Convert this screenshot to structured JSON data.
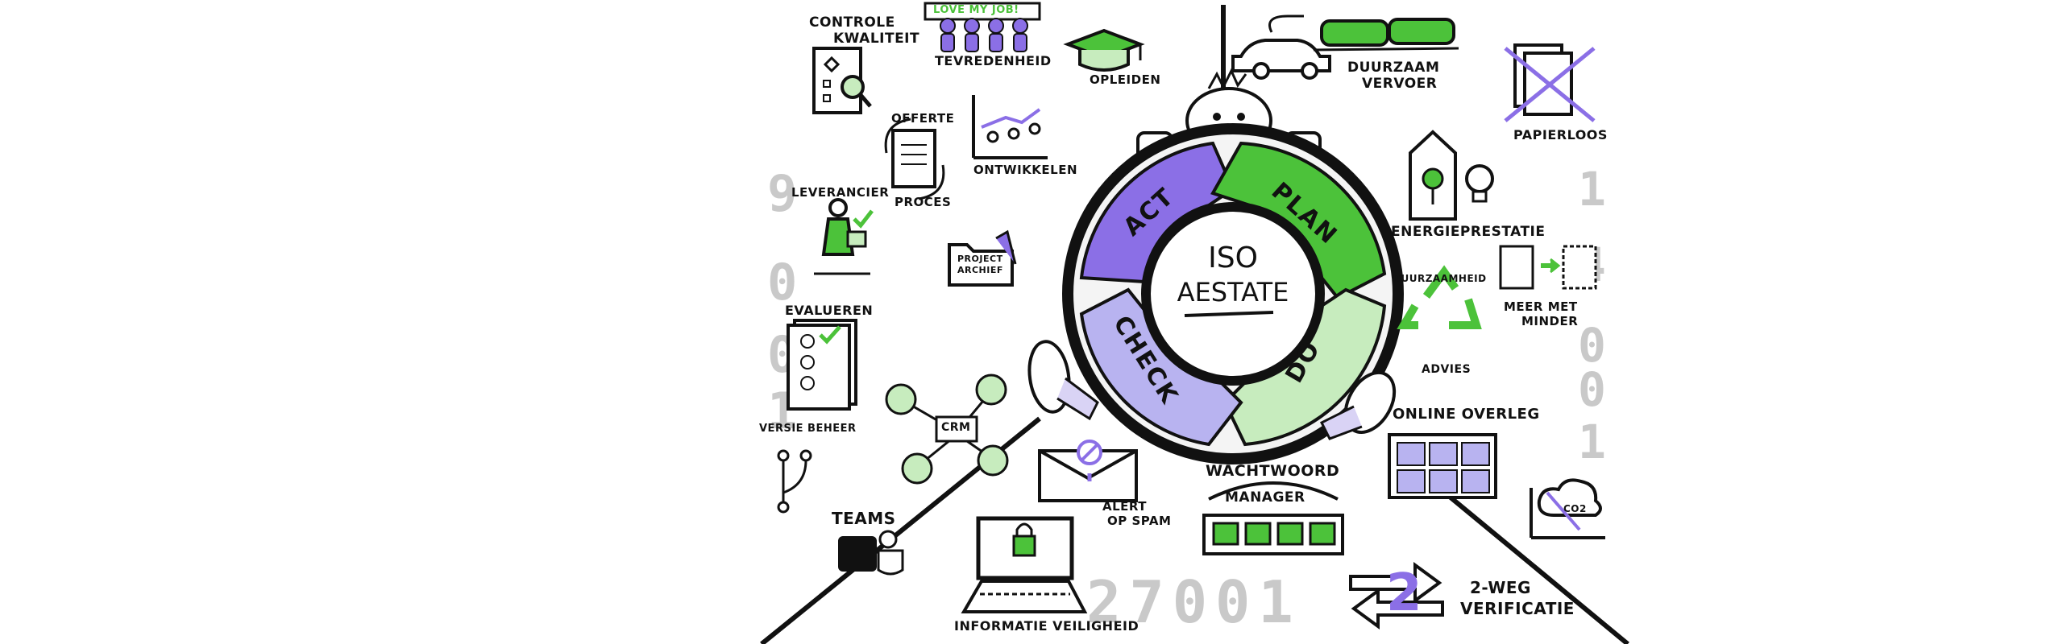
{
  "colors": {
    "purple": "#8b6fe6",
    "purple_light": "#b8b3f0",
    "green": "#4cc23a",
    "green_light": "#c7ecbe",
    "ink": "#111111",
    "ghost": "#c9c9c9"
  },
  "center": {
    "line1": "ISO",
    "line2": "AESTATE"
  },
  "cycle": {
    "act": "ACT",
    "plan": "PLAN",
    "do": "DO",
    "check": "CHECK"
  },
  "labels": {
    "controle_kwaliteit_1": "CONTROLE",
    "controle_kwaliteit_2": "KWALITEIT",
    "love_my_job": "LOVE MY JOB!",
    "tevredenheid": "TEVREDENHEID",
    "opleiden": "OPLEIDEN",
    "duurzaam_vervoer_1": "DUURZAAM",
    "duurzaam_vervoer_2": "VERVOER",
    "papierloos": "PAPIERLOOS",
    "offerte": "OFFERTE",
    "proces": "PROCES",
    "ontwikkelen": "ONTWIKKELEN",
    "leverancier": "LEVERANCIER",
    "project_archief_1": "PROJECT",
    "project_archief_2": "ARCHIEF",
    "energieprestatie": "ENERGIEPRESTATIE",
    "duurzaamheid": "DUURZAAMHEID",
    "advies": "ADVIES",
    "meer_met_minder_1": "MEER MET",
    "meer_met_minder_2": "MINDER",
    "evalueren": "EVALUEREN",
    "versiebeheer": "VERSIE BEHEER",
    "crm": "CRM",
    "online_overleg": "ONLINE OVERLEG",
    "wachtwoord_1": "WACHTWOORD",
    "wachtwoord_2": "MANAGER",
    "alert_1": "ALERT",
    "alert_2": "OP SPAM",
    "teams": "TEAMS",
    "informatie_veiligheid": "INFORMATIE VEILIGHEID",
    "co2": "CO2",
    "twoweg_1": "2-WEG",
    "twoweg_2": "VERIFICATIE",
    "twoweg_num": "2"
  },
  "ghost_numbers": {
    "bottom": "27001",
    "left_col": [
      "9",
      "0",
      "0",
      "1"
    ],
    "right_col": [
      "1",
      "4",
      "0",
      "0",
      "1"
    ]
  }
}
